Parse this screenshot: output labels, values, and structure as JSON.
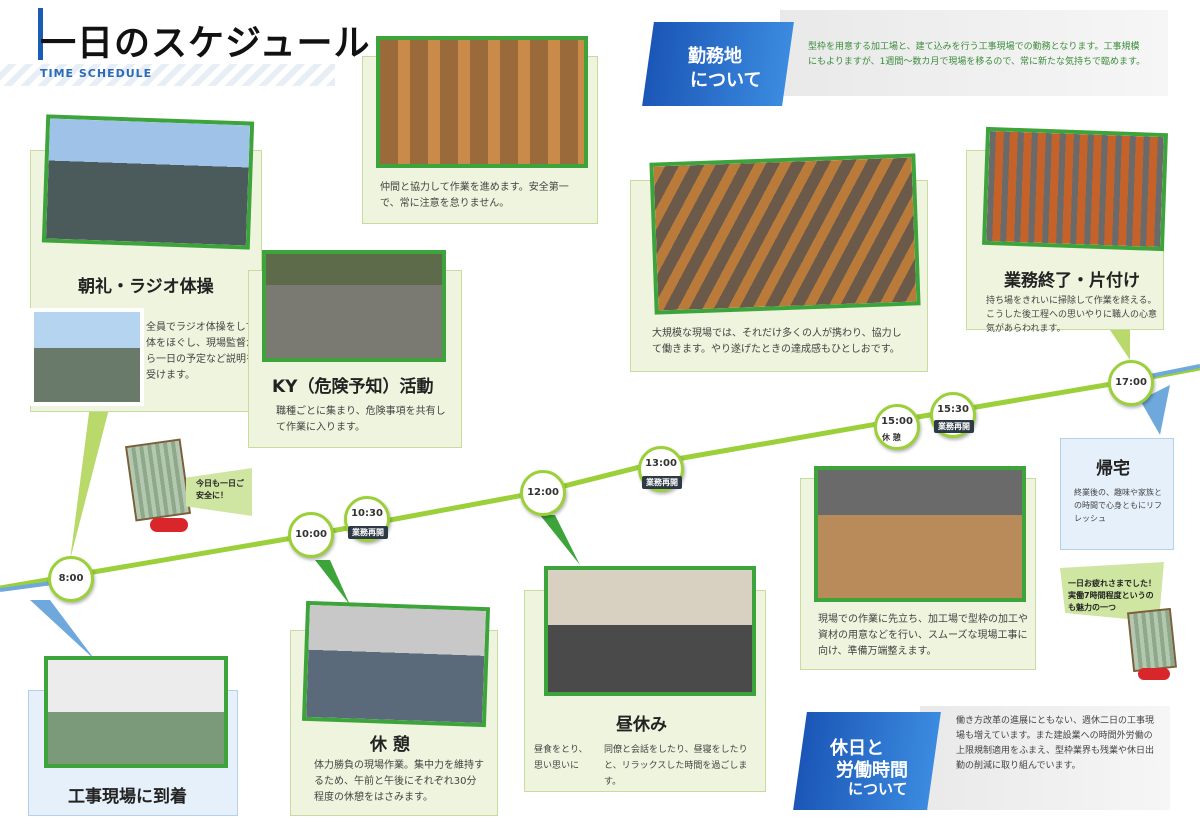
{
  "header": {
    "title": "一日のスケジュール",
    "subtitle": "TIME SCHEDULE"
  },
  "intro": {
    "workplace_title_1": "勤務地",
    "workplace_title_2": "について",
    "workplace_text": "型枠を用意する加工場と、建て込みを行う工事現場での勤務となります。工事規模にもよりますが、1週間〜数カ月で現場を移るので、常に新たな気持ちで臨めます。"
  },
  "timeline": {
    "times": [
      "8:00",
      "10:00",
      "10:30",
      "12:00",
      "13:00",
      "15:00",
      "15:30",
      "17:00"
    ],
    "tags": {
      "t1030": "業務再開",
      "t1300": "業務再開",
      "t1500": "休 憩",
      "t1530": "業務再開"
    }
  },
  "sections": {
    "arrival": {
      "heading": "工事現場に到着"
    },
    "chorei": {
      "heading": "朝礼・ラジオ体操",
      "text": "全員でラジオ体操をして体をほぐし、現場監督から一日の予定など説明を受けます。"
    },
    "ky": {
      "heading": "KY（危険予知）活動",
      "text": "職種ごとに集まり、危険事項を共有して作業に入ります。"
    },
    "teamwork": {
      "text": "仲間と協力して作業を進めます。安全第一で、常に注意を怠りません。"
    },
    "break": {
      "heading": "休 憩",
      "text": "体力勝負の現場作業。集中力を維持するため、午前と午後にそれぞれ30分程度の休憩をはさみます。"
    },
    "lunch": {
      "heading": "昼休み",
      "text_left": "昼食をとり、思い思いに",
      "text_right": "同僚と会話をしたり、昼寝をしたりと、リラックスした時間を過ごします。"
    },
    "bigsite": {
      "text": "大規模な現場では、それだけ多くの人が携わり、協力して働きます。やり遂げたときの達成感もひとしおです。"
    },
    "factory": {
      "text": "現場での作業に先立ち、加工場で型枠の加工や資材の用意などを行い、スムーズな現場工事に向け、準備万端整えます。"
    },
    "finish": {
      "heading": "業務終了・片付け",
      "text": "持ち場をきれいに掃除して作業を終える。こうした後工程への思いやりに職人の心意気があらわれます。"
    },
    "home": {
      "heading": "帰宅",
      "text": "終業後の、趣味や家族との時間で心身ともにリフレッシュ"
    }
  },
  "mascot": {
    "speech_1": "今日も一日ご安全に！",
    "speech_2": "一日お疲れさまでした！実働7時間程度というのも魅力の一つ"
  },
  "holiday": {
    "title_1": "休日と",
    "title_2": "労働時間",
    "title_3": "について",
    "text": "働き方改革の進展にともない、週休二日の工事現場も増えています。また建設業への時間外労働の上限規制適用をふまえ、型枠業界も残業や休日出勤の削減に取り組んでいます。"
  },
  "colors": {
    "accent_blue": "#1b56b6",
    "accent_green": "#3ca43a",
    "timeline": "#9bd03a"
  }
}
